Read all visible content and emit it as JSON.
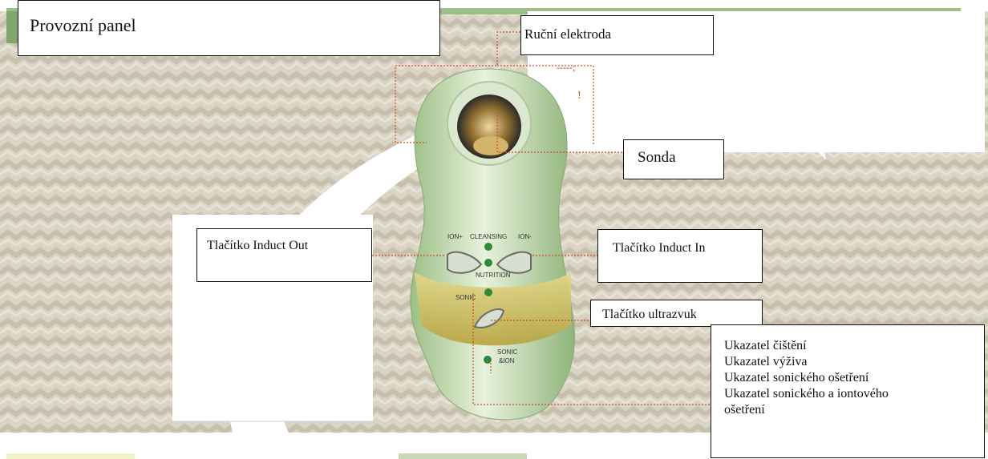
{
  "title": "Provozní panel",
  "labels": {
    "hand_electrode": "Ruční elektroda",
    "probe": "Sonda",
    "induct_out": "Tlačítko Induct Out",
    "induct_in": "Tlačítko Induct In",
    "ultrasound": "Tlačítko ultrazvuk"
  },
  "indicators": [
    "Ukazatel čištění",
    "Ukazatel výživa",
    "Ukazatel sonického ošetření",
    "Ukazatel sonického a iontového",
    "ošetření"
  ],
  "device_labels": {
    "ion_plus": "ION+",
    "cleansing": "CLEANSING",
    "ion_minus": "ION-",
    "nutrition": "NUTRITION",
    "sonic": "SONIC",
    "sonic_ion_1": "SONIC",
    "sonic_ion_2": "&ION"
  },
  "stray_marks": {
    "dash": "-----;",
    "excl": "!"
  },
  "colors": {
    "accent_line": "#d04a2a",
    "device_green": "#b9d6a6",
    "device_gold": "#c9b64a"
  }
}
